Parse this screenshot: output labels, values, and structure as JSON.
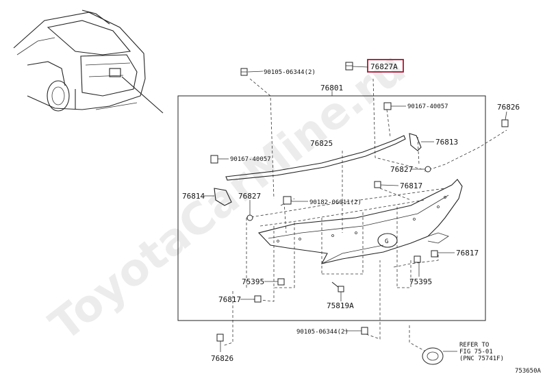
{
  "watermark": "ToyotaCarMine.ru",
  "figure_code": "753650A",
  "highlighted": "76827A",
  "labels": {
    "p76801": "76801",
    "p76827A": "76827A",
    "p90105_top": "90105-06344(2)",
    "p90167_a": "90167-40057",
    "p90167_b": "90167-40057",
    "p76826_r": "76826",
    "p76813": "76813",
    "p76825": "76825",
    "p76827_r": "76827",
    "p76817_a": "76817",
    "p76814": "76814",
    "p76827_l": "76827",
    "p90182": "90182-06011(2)",
    "p76817_r": "76817",
    "p75395_l": "75395",
    "p75395_r": "75395",
    "p76817_l": "76817",
    "p75819A": "75819A",
    "p90105_bot": "90105-06344(2)",
    "p76826_l": "76826"
  },
  "refer_note": {
    "line1": "REFER TO",
    "line2": "FIG 75-01",
    "line3": "(PNC 75741F)"
  }
}
